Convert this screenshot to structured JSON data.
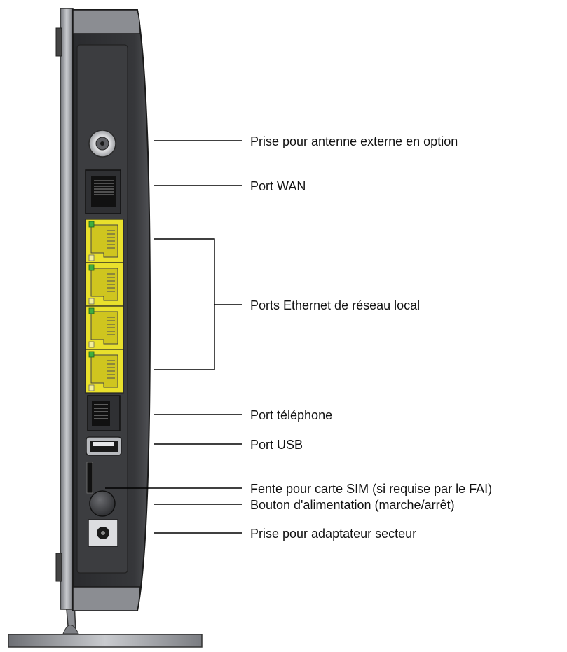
{
  "device": {
    "colors": {
      "body": "#2f3033",
      "panel": "#3f4043",
      "frame": "#8e9096",
      "lan_port": "#e9e02c",
      "led": "#3fae3f",
      "leader": "#000000"
    }
  },
  "labels": [
    {
      "id": "antenna",
      "text": "Prise pour antenne externe en option"
    },
    {
      "id": "wan",
      "text": "Port WAN"
    },
    {
      "id": "lan",
      "text": "Ports Ethernet de réseau local"
    },
    {
      "id": "phone",
      "text": "Port téléphone"
    },
    {
      "id": "usb",
      "text": "Port USB"
    },
    {
      "id": "sim",
      "text": "Fente pour carte SIM (si requise par le FAI)"
    },
    {
      "id": "power_button",
      "text": "Bouton d'alimentation (marche/arrêt)"
    },
    {
      "id": "power_adapter",
      "text": "Prise pour adaptateur secteur"
    }
  ]
}
